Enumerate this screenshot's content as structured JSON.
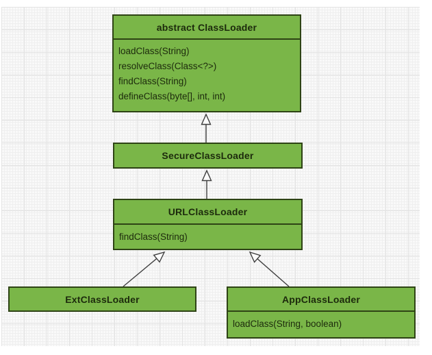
{
  "diagram": {
    "classes": [
      {
        "id": "abstract-classloader",
        "title": "abstract ClassLoader",
        "methods": [
          "loadClass(String)",
          "resolveClass(Class<?>)",
          "findClass(String)",
          "defineClass(byte[], int, int)"
        ]
      },
      {
        "id": "secure-classloader",
        "title": "SecureClassLoader",
        "methods": []
      },
      {
        "id": "url-classloader",
        "title": "URLClassLoader",
        "methods": [
          "findClass(String)"
        ]
      },
      {
        "id": "ext-classloader",
        "title": "ExtClassLoader",
        "methods": []
      },
      {
        "id": "app-classloader",
        "title": "AppClassLoader",
        "methods": [
          "loadClass(String, boolean)"
        ]
      }
    ],
    "relations": [
      {
        "from": "SecureClassLoader",
        "to": "abstract ClassLoader",
        "type": "extends"
      },
      {
        "from": "URLClassLoader",
        "to": "SecureClassLoader",
        "type": "extends"
      },
      {
        "from": "ExtClassLoader",
        "to": "URLClassLoader",
        "type": "extends"
      },
      {
        "from": "AppClassLoader",
        "to": "URLClassLoader",
        "type": "extends"
      }
    ],
    "colors": {
      "box_fill": "#7ab648",
      "box_border": "#2e4315",
      "text": "#1c2a0c",
      "arrow": "#3f3f3f",
      "grid_background": "#f9f9f9"
    }
  }
}
